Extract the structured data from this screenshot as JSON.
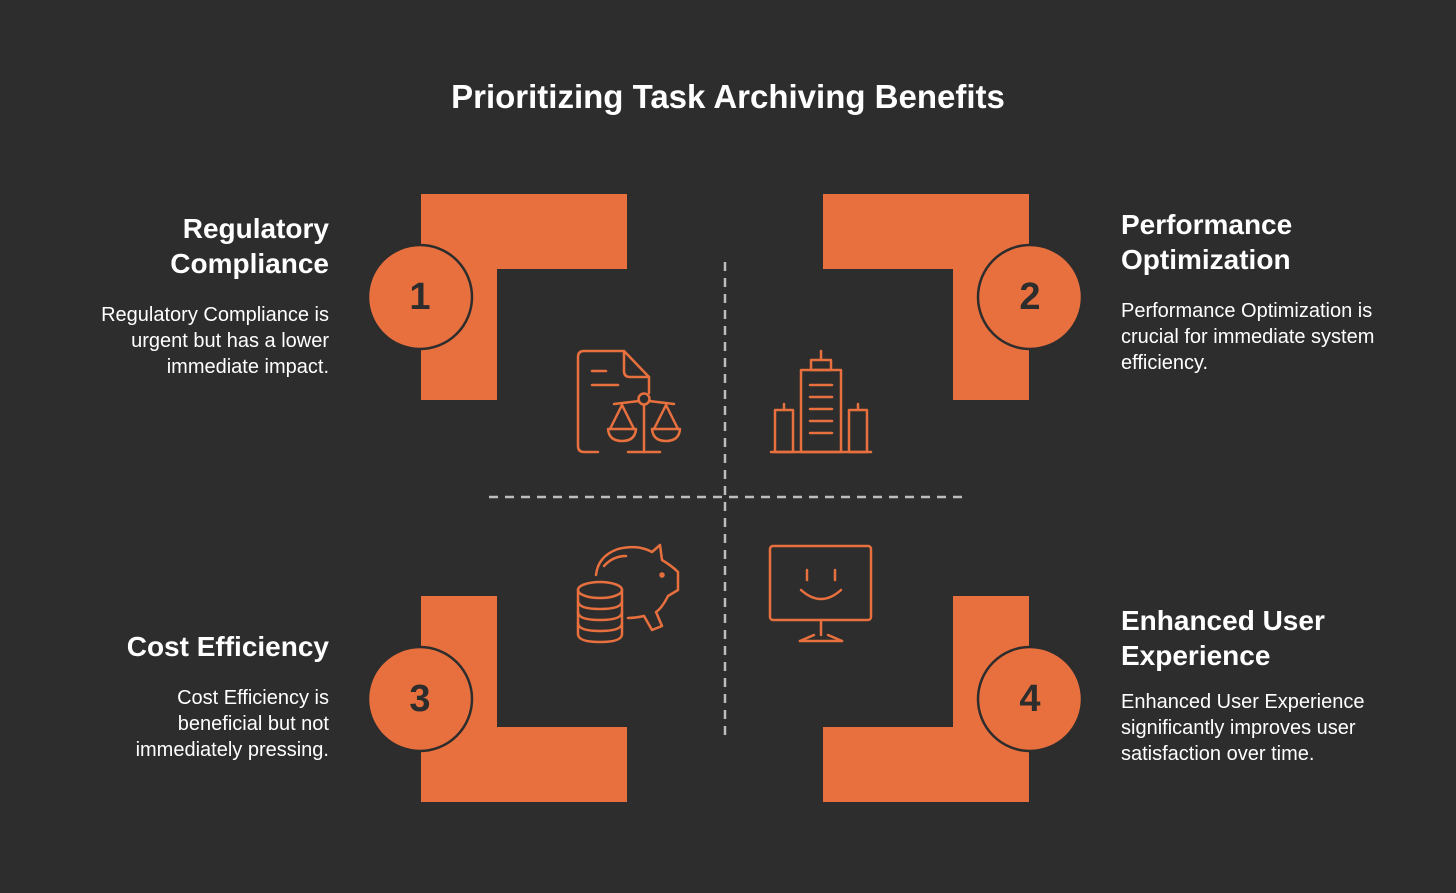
{
  "title": "Prioritizing Task Archiving Benefits",
  "colors": {
    "background": "#2d2d2d",
    "accent": "#e8703e",
    "text": "#ffffff",
    "divider": "#bdbdbd"
  },
  "quadrants": [
    {
      "number": "1",
      "heading": "Regulatory Compliance",
      "description": "Regulatory Compliance is urgent but has a lower immediate impact.",
      "icon": "legal-document-scales-icon"
    },
    {
      "number": "2",
      "heading": "Performance Optimization",
      "description": "Performance Optimization is crucial for immediate system efficiency.",
      "icon": "city-buildings-icon"
    },
    {
      "number": "3",
      "heading": "Cost Efficiency",
      "description": "Cost Efficiency is beneficial but not immediately pressing.",
      "icon": "piggy-bank-coins-icon"
    },
    {
      "number": "4",
      "heading": "Enhanced User Experience",
      "description": "Enhanced User Experience significantly improves user satisfaction over time.",
      "icon": "smiling-monitor-icon"
    }
  ]
}
